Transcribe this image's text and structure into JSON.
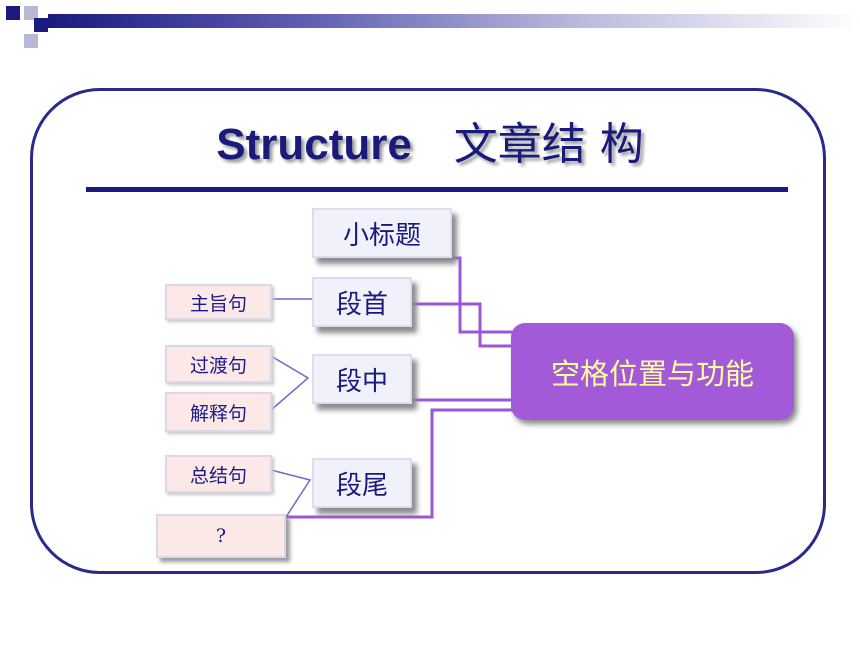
{
  "title": {
    "english": "Structure",
    "chinese": "文章结 构"
  },
  "hub": {
    "label": "空格位置与功能"
  },
  "sections": {
    "subtitle": "小标题",
    "opening": "段首",
    "middle": "段中",
    "ending": "段尾"
  },
  "notes": {
    "topic_sentence": "主旨句",
    "transition_sentence": "过渡句",
    "explanation_sentence": "解释句",
    "summary_sentence": "总结句",
    "unknown": "?"
  },
  "colors": {
    "navy": "#1a1a80",
    "hub_purple": "#a35ad9",
    "hub_text": "#fdfda0",
    "connector_purple": "#9b55d8",
    "note_pink": "#fde8e8"
  }
}
